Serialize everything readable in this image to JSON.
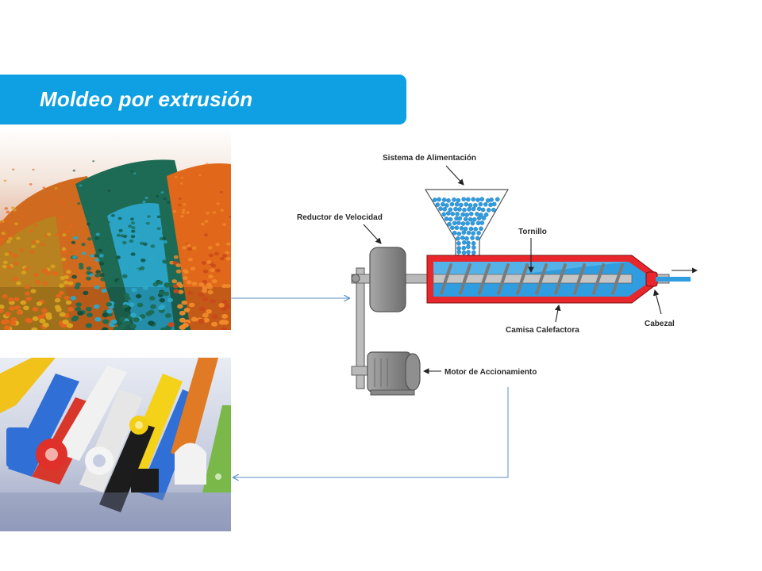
{
  "slide": {
    "title": "Moldeo por extrusión"
  },
  "diagram": {
    "labels": {
      "feed_system": "Sistema de Alimentación",
      "speed_reducer": "Reductor de Velocidad",
      "screw": "Tornillo",
      "heating_jacket": "Camisa Calefactora",
      "head": "Cabezal",
      "drive_motor": "Motor de Accionamiento"
    }
  },
  "photos": {
    "pellets": "plastic-pellets-photo",
    "profiles": "extruded-profiles-photo"
  },
  "colors": {
    "title_bar": "#0ea0e2",
    "barrel_jacket": "#e8262b",
    "barrel_fill": "#2f9de0",
    "pellets": "#2f9de0",
    "machine_gray": "#8c8c8c",
    "connector": "#5b8fc4"
  }
}
